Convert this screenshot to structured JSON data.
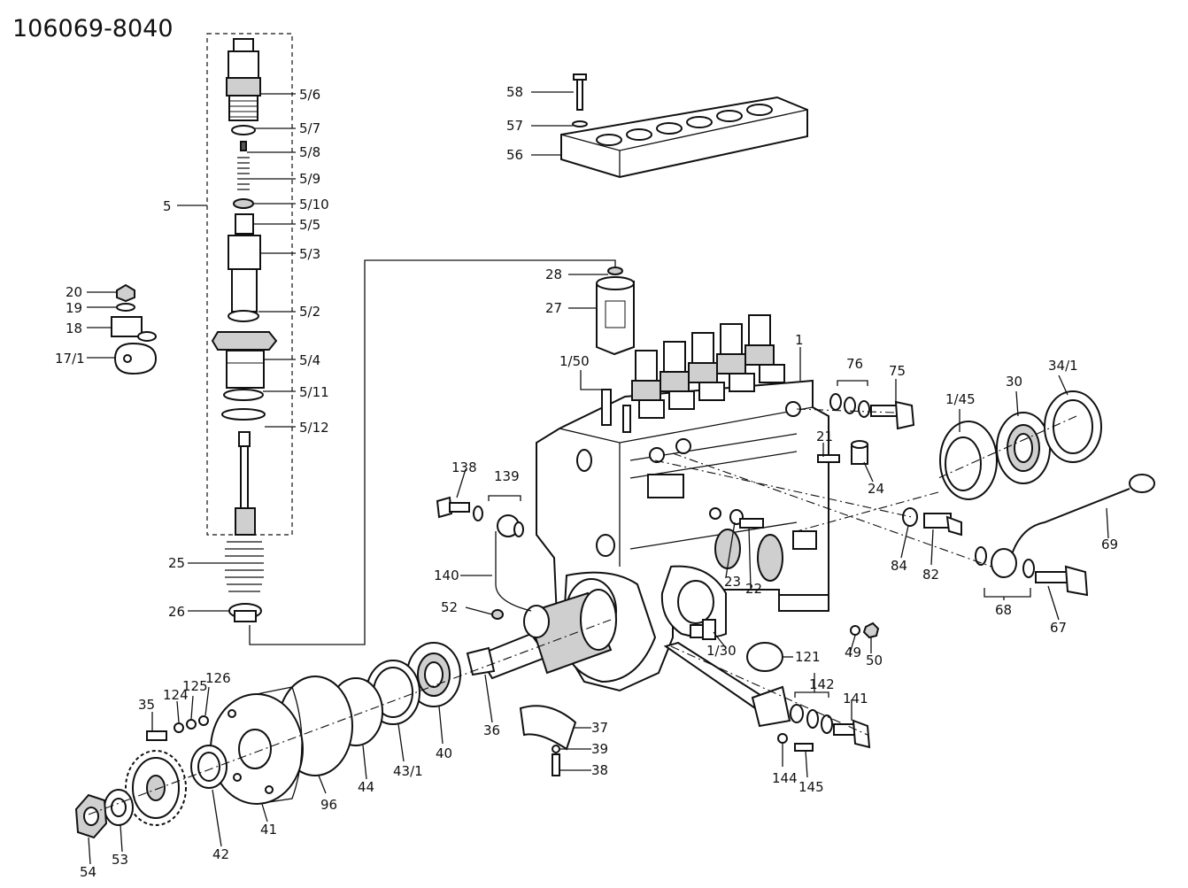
{
  "title": "106069-8040",
  "callouts": {
    "c1": "1",
    "c1_50": "1/50",
    "c1_45": "1/45",
    "c1_30": "1/30",
    "c5": "5",
    "c5_2": "5/2",
    "c5_3": "5/3",
    "c5_4": "5/4",
    "c5_5": "5/5",
    "c5_6": "5/6",
    "c5_7": "5/7",
    "c5_8": "5/8",
    "c5_9": "5/9",
    "c5_10": "5/10",
    "c5_11": "5/11",
    "c5_12": "5/12",
    "c17_1": "17/1",
    "c18": "18",
    "c19": "19",
    "c20": "20",
    "c21": "21",
    "c22": "22",
    "c23": "23",
    "c24": "24",
    "c25": "25",
    "c26": "26",
    "c27": "27",
    "c28": "28",
    "c30": "30",
    "c34_1": "34/1",
    "c35": "35",
    "c36": "36",
    "c37": "37",
    "c38": "38",
    "c39": "39",
    "c40": "40",
    "c41": "41",
    "c42": "42",
    "c43_1": "43/1",
    "c44": "44",
    "c49": "49",
    "c50": "50",
    "c52": "52",
    "c53": "53",
    "c54": "54",
    "c56": "56",
    "c57": "57",
    "c58": "58",
    "c67": "67",
    "c68": "68",
    "c69": "69",
    "c75": "75",
    "c76": "76",
    "c82": "82",
    "c84": "84",
    "c96": "96",
    "c121": "121",
    "c124": "124",
    "c125": "125",
    "c126": "126",
    "c138": "138",
    "c139": "139",
    "c140": "140",
    "c141": "141",
    "c142": "142",
    "c144": "144",
    "c145": "145"
  }
}
